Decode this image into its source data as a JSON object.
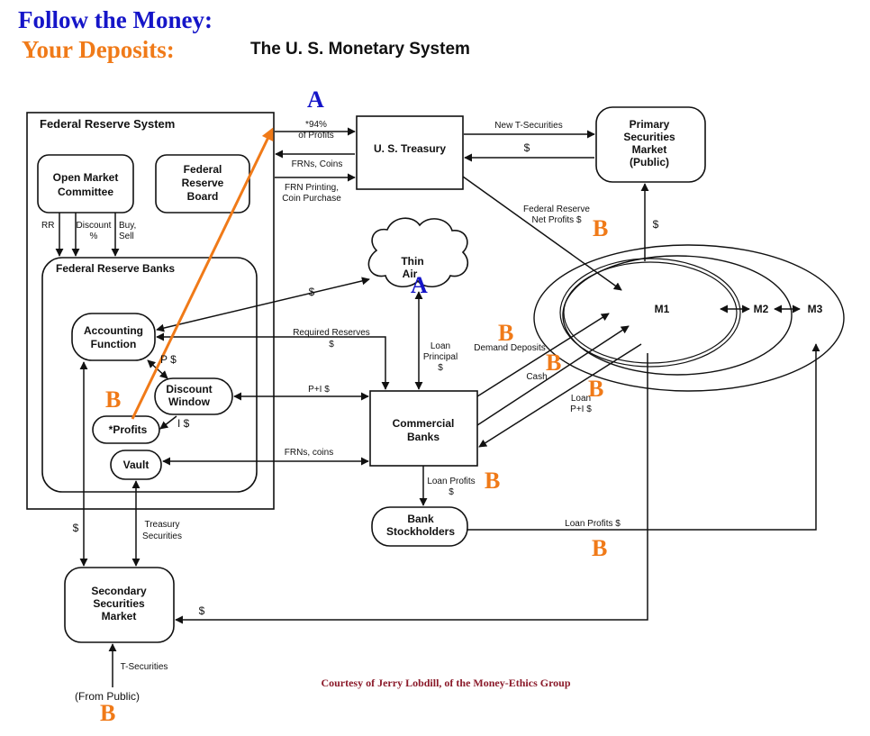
{
  "header": {
    "line1": "Follow the Money:",
    "line2": "Your Deposits:",
    "chart_title": "The U. S. Monetary System"
  },
  "colors": {
    "header_blue": "#1515c8",
    "header_orange": "#f07a18",
    "marker_orange": "#f07a18",
    "marker_blue": "#1515c8",
    "credit_red": "#8b1a2a",
    "ink": "#111111"
  },
  "nodes": {
    "fed_system": "Federal Reserve System",
    "fomc": [
      "Open Market",
      "Committee"
    ],
    "fed_board": [
      "Federal",
      "Reserve",
      "Board"
    ],
    "fed_banks": "Federal Reserve Banks",
    "accounting": [
      "Accounting",
      "Function"
    ],
    "discount_window": [
      "Discount",
      "Window"
    ],
    "profits": "*Profits",
    "vault": "Vault",
    "treasury": "U. S. Treasury",
    "primary_market": [
      "Primary",
      "Securities",
      "Market",
      "(Public)"
    ],
    "thin_air": [
      "Thin",
      "Air"
    ],
    "commercial_banks": [
      "Commercial",
      "Banks"
    ],
    "bank_stockholders": [
      "Bank",
      "Stockholders"
    ],
    "secondary_market": [
      "Secondary",
      "Securities",
      "Market"
    ],
    "m1": "M1",
    "m2": "M2",
    "m3": "M3",
    "from_public": "(From Public)"
  },
  "labels": {
    "pct94": [
      "*94%",
      "of Profits"
    ],
    "frns_coins": "FRNs, Coins",
    "frn_printing": [
      "FRN Printing,",
      "Coin Purchase"
    ],
    "new_tsec": "New T-Securities",
    "dollar": "$",
    "fed_net_profits": [
      "Federal Reserve",
      "Net Profits $"
    ],
    "rr": "RR",
    "discount_pct": [
      "Discount",
      "%"
    ],
    "buy_sell": [
      "Buy,",
      "Sell"
    ],
    "required_reserves": "Required Reserves",
    "loan_principal": [
      "Loan",
      "Principal",
      "$"
    ],
    "p_dollar": "P $",
    "i_dollar": "I $",
    "p_i": "P+I $",
    "frns_coins_lower": "FRNs, coins",
    "demand_deposits": "Demand Deposits",
    "cash": "Cash",
    "loan_pi": [
      "Loan",
      "P+I $"
    ],
    "loan_profits": "Loan Profits",
    "loan_profits_dollar": "Loan Profits $",
    "treasury_securities": [
      "Treasury",
      "Securities"
    ],
    "t_securities": "T-Securities"
  },
  "markers": {
    "a": "A",
    "b": "B"
  },
  "credit": "Courtesy of Jerry Lobdill, of the Money-Ethics Group"
}
